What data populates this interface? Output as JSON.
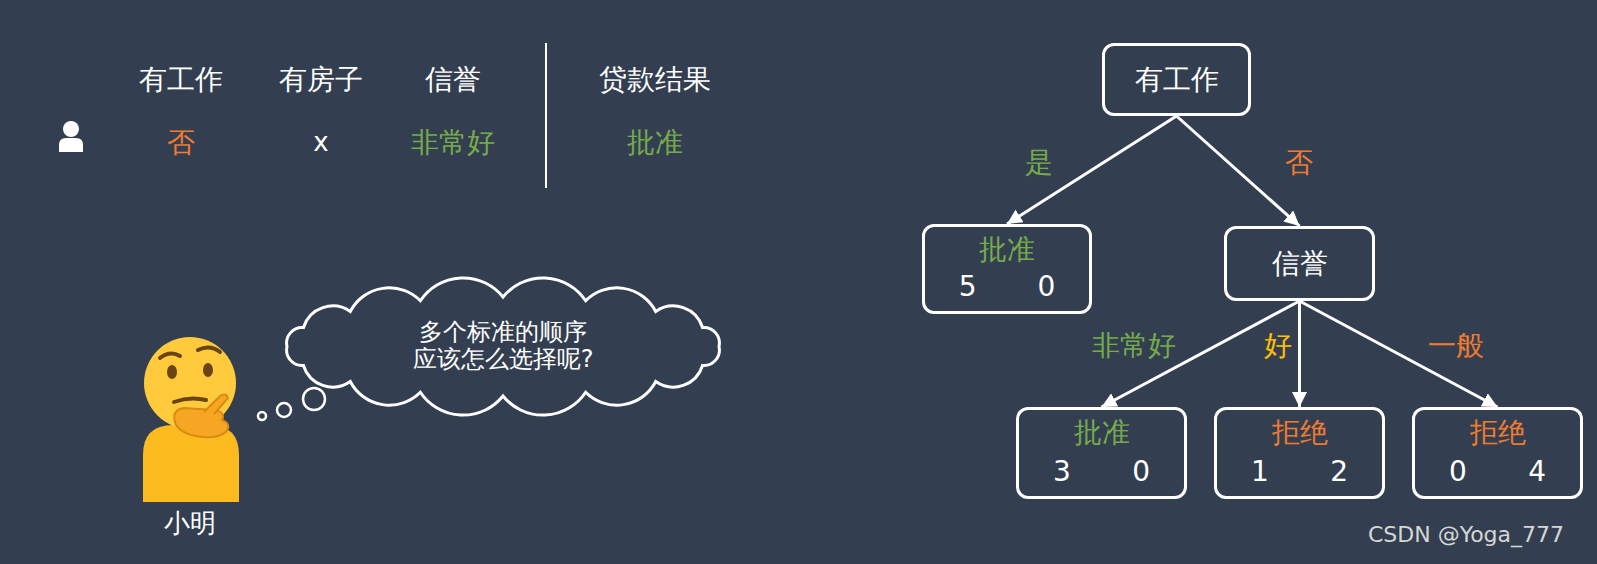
{
  "diagram": {
    "nodes": [
      {
        "text": [
          "多个标准的顺序 应该怎么选择呢?"
        ]
      },
      {
        "text": [
          "有工作"
        ]
      },
      {
        "text": [
          "批准",
          "5",
          "0"
        ]
      },
      {
        "text": [
          "信誉"
        ]
      },
      {
        "text": [
          "批准",
          "3",
          "0"
        ]
      },
      {
        "text": [
          "拒绝",
          "1",
          "2"
        ]
      },
      {
        "text": [
          "拒绝",
          "0",
          "4"
        ]
      }
    ],
    "edges": [
      {
        "from": 1,
        "to": 2,
        "arrow": "to",
        "label": "是"
      },
      {
        "from": 1,
        "to": 3,
        "arrow": "to",
        "label": "否"
      },
      {
        "from": 3,
        "to": 4,
        "arrow": "to",
        "label": "非常好"
      },
      {
        "from": 3,
        "to": 5,
        "arrow": "to",
        "label": "好"
      },
      {
        "from": 3,
        "to": 6,
        "arrow": "to",
        "label": "一般"
      }
    ],
    "labels": [
      "有工作",
      "有房子",
      "信誉",
      "贷款结果",
      "否",
      "x",
      "非常好",
      "批准",
      "小明",
      "CSDN @Yoga_777"
    ]
  }
}
